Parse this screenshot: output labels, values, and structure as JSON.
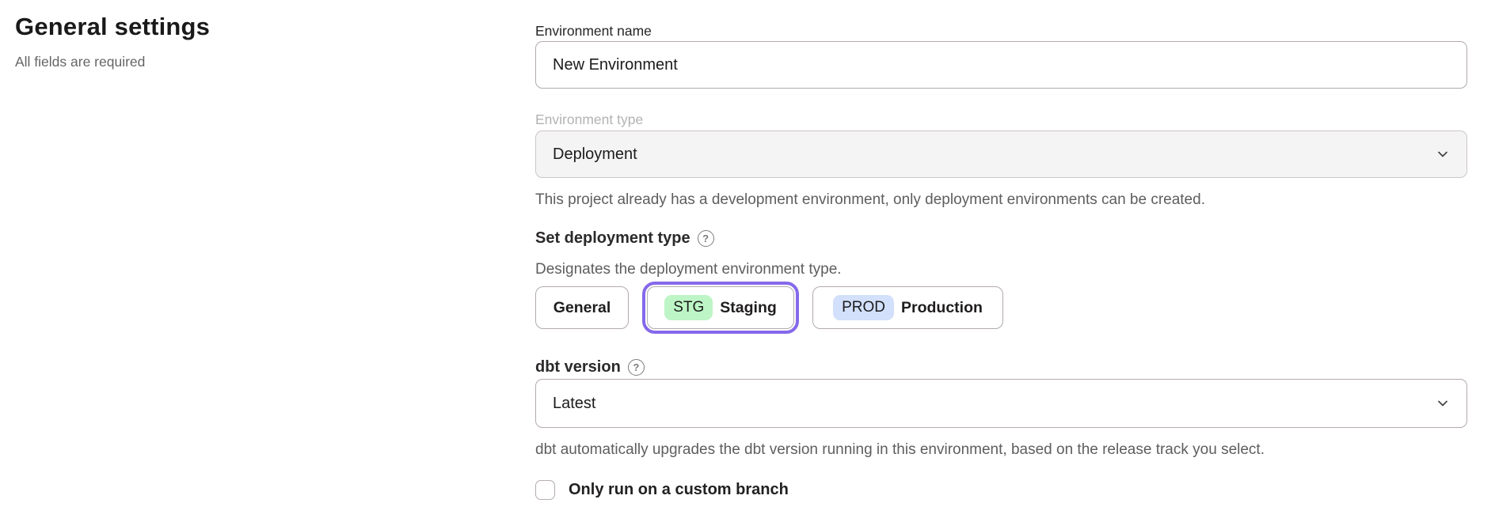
{
  "header": {
    "title": "General settings",
    "subtitle": "All fields are required"
  },
  "form": {
    "environment_name": {
      "label": "Environment name",
      "value": "New Environment"
    },
    "environment_type": {
      "label": "Environment type",
      "value": "Deployment",
      "disabled": true,
      "helper": "This project already has a development environment, only deployment environments can be created."
    },
    "deployment_type": {
      "label": "Set deployment type",
      "helper": "Designates the deployment environment type.",
      "options": [
        {
          "label": "General",
          "selected": false
        },
        {
          "badge": "STG",
          "label": "Staging",
          "selected": true
        },
        {
          "badge": "PROD",
          "label": "Production",
          "selected": false
        }
      ]
    },
    "dbt_version": {
      "label": "dbt version",
      "value": "Latest",
      "helper": "dbt automatically upgrades the dbt version running in this environment, based on the release track you select."
    },
    "custom_branch": {
      "label": "Only run on a custom branch",
      "checked": false
    }
  },
  "icons": {
    "question_mark": "?"
  },
  "colors": {
    "focus_ring": "#8569ea",
    "stg_badge": "#bdf5c6",
    "prod_badge": "#d2e0fb",
    "border": "#b3abab",
    "disabled_bg": "#f5f4f4"
  }
}
